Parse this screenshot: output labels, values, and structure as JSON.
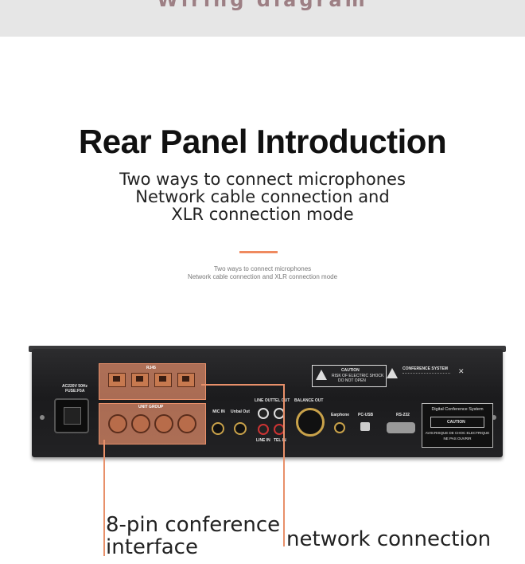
{
  "banner": {
    "title": "Wiring diagram"
  },
  "heading": "Rear Panel Introduction",
  "subtitle_lines": [
    "Two ways to connect microphones",
    "Network cable connection and",
    "XLR connection mode"
  ],
  "small_lines": [
    "Two ways to connect microphones",
    "Network cable connection and XLR connection mode"
  ],
  "panel": {
    "power_label_1": "AC220V 50Hz",
    "power_label_2": "FUSE:F5A",
    "rj45_label": "RJ45",
    "unit_group_label": "UNIT GROUP",
    "mic_in": "MIC IN",
    "unbal_out": "Unbal Out",
    "line_out": "LINE OUT",
    "tel_out": "TEL OUT",
    "line_in": "LINE IN",
    "tel_in": "TEL IN",
    "balance_out": "BALANCE OUT",
    "earphone": "Earphone",
    "pc_usb": "PC-USB",
    "rs232": "RS-232",
    "caution": "CAUTION",
    "caution_sub_1": "RISK OF ELECTRIC SHOCK",
    "caution_sub_2": "DO NOT OPEN",
    "conference_system": "CONFERENCE SYSTEM",
    "label_title": "Digital Conference System",
    "label_french_1": "AVIS:RISQUE DE CHOC ELECTRIQUE",
    "label_french_2": "NE PAS OUVRIR"
  },
  "callouts": {
    "left": [
      "8-pin conference",
      "interface"
    ],
    "right": "network connection"
  },
  "colors": {
    "accent": "#ef8a5f",
    "highlight": "#e28c69"
  }
}
